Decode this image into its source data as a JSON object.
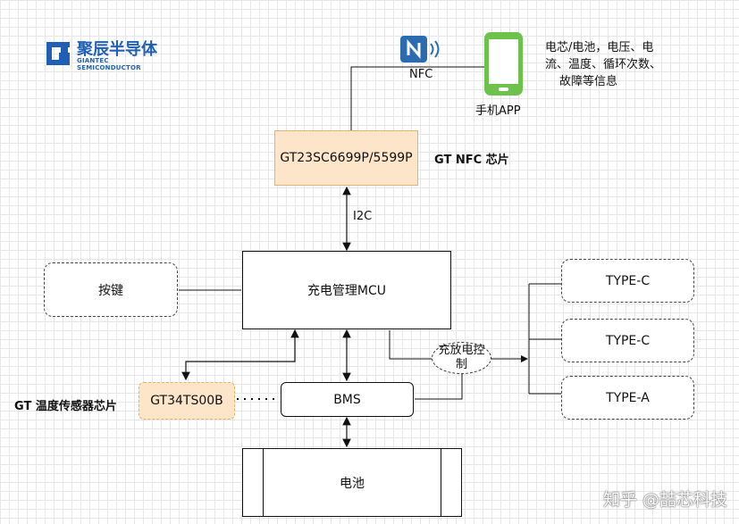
{
  "logo": {
    "name": "聚辰半导体",
    "sub": "GIANTEC SEMICONDUCTOR",
    "color": "#1f5fb5"
  },
  "nfc": {
    "label": "NFC",
    "color": "#2b6cb0"
  },
  "phone": {
    "label": "手机APP",
    "color": "#6cc24a"
  },
  "info_text": [
    "电芯/电池，电压、电",
    "流、温度、循环次数、",
    "故障等信息"
  ],
  "nodes": {
    "nfc_chip": "GT23SC6699P/5599P",
    "nfc_chip_caption": "GT NFC 芯片",
    "i2c": "I2C",
    "mcu": "充电管理MCU",
    "button": "按键",
    "temp_chip": "GT34TS00B",
    "temp_chip_caption": "GT 温度传感器芯片",
    "bms": "BMS",
    "battery": "电池",
    "charge_ctrl": "充放电控制",
    "type_c_1": "TYPE-C",
    "type_c_2": "TYPE-C",
    "type_a": "TYPE-A"
  },
  "watermark": "知乎 @喆芯科技"
}
